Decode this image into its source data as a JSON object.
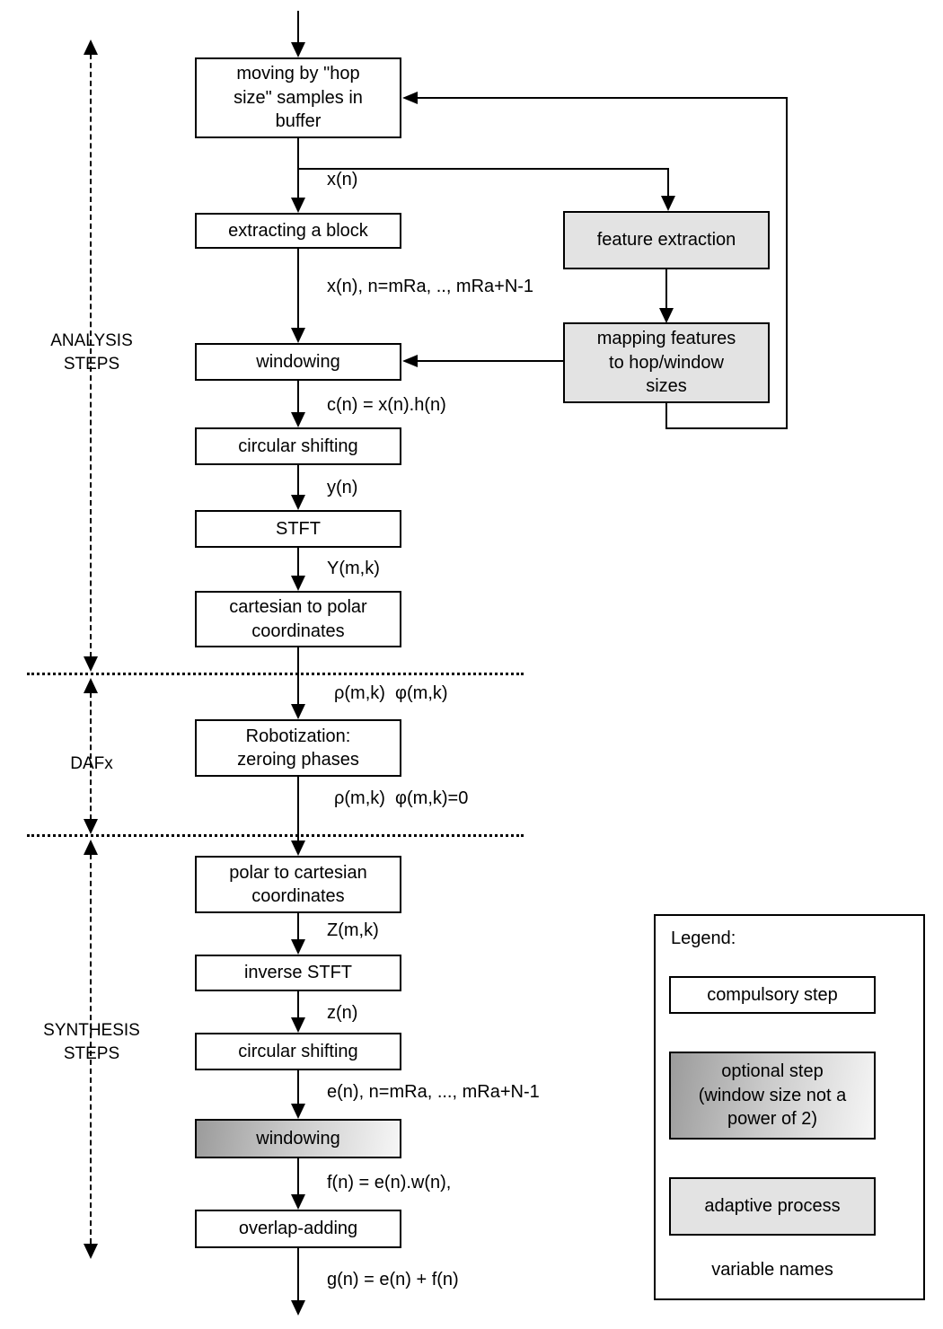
{
  "side_labels": {
    "analysis": "ANALYSIS\nSTEPS",
    "dafx": "DAFx",
    "synthesis": "SYNTHESIS\nSTEPS"
  },
  "flow_boxes": {
    "moving": "moving by \"hop\nsize\" samples in\nbuffer",
    "extracting": "extracting a block",
    "windowing_analysis": "windowing",
    "circular_shift_analysis": "circular shifting",
    "stft": "STFT",
    "cart_to_polar": "cartesian to polar\ncoordinates",
    "robotization": "Robotization:\nzeroing phases",
    "polar_to_cart": "polar to cartesian\ncoordinates",
    "inverse_stft": "inverse STFT",
    "circular_shift_synthesis": "circular shifting",
    "windowing_synthesis": "windowing",
    "overlap_adding": "overlap-adding",
    "feature_extraction": "feature extraction",
    "mapping_features": "mapping features\nto hop/window\nsizes"
  },
  "edge_labels": {
    "xn": "x(n)",
    "xn_block": "x(n), n=mRa, .., mRa+N-1",
    "cn": "c(n) = x(n).h(n)",
    "yn": "y(n)",
    "Ymk": "Y(m,k)",
    "rho_phi": "ρ(m,k)  φ(m,k)",
    "rho_phi_zero": "ρ(m,k)  φ(m,k)=0",
    "Zmk": "Z(m,k)",
    "zn": "z(n)",
    "en_block": "e(n), n=mRa, ..., mRa+N-1",
    "fn": "f(n) = e(n).w(n),",
    "gn": "g(n) = e(n) + f(n)"
  },
  "legend": {
    "title": "Legend:",
    "compulsory": "compulsory step",
    "optional": "optional step\n(window size not a\npower of 2)",
    "adaptive": "adaptive process",
    "variables": "variable names"
  },
  "colors": {
    "line": "#000000",
    "box_fill": "#ffffff",
    "adaptive_fill": "#e3e3e3",
    "gradient_from": "#9b9b9b",
    "gradient_to": "#f6f6f6"
  }
}
